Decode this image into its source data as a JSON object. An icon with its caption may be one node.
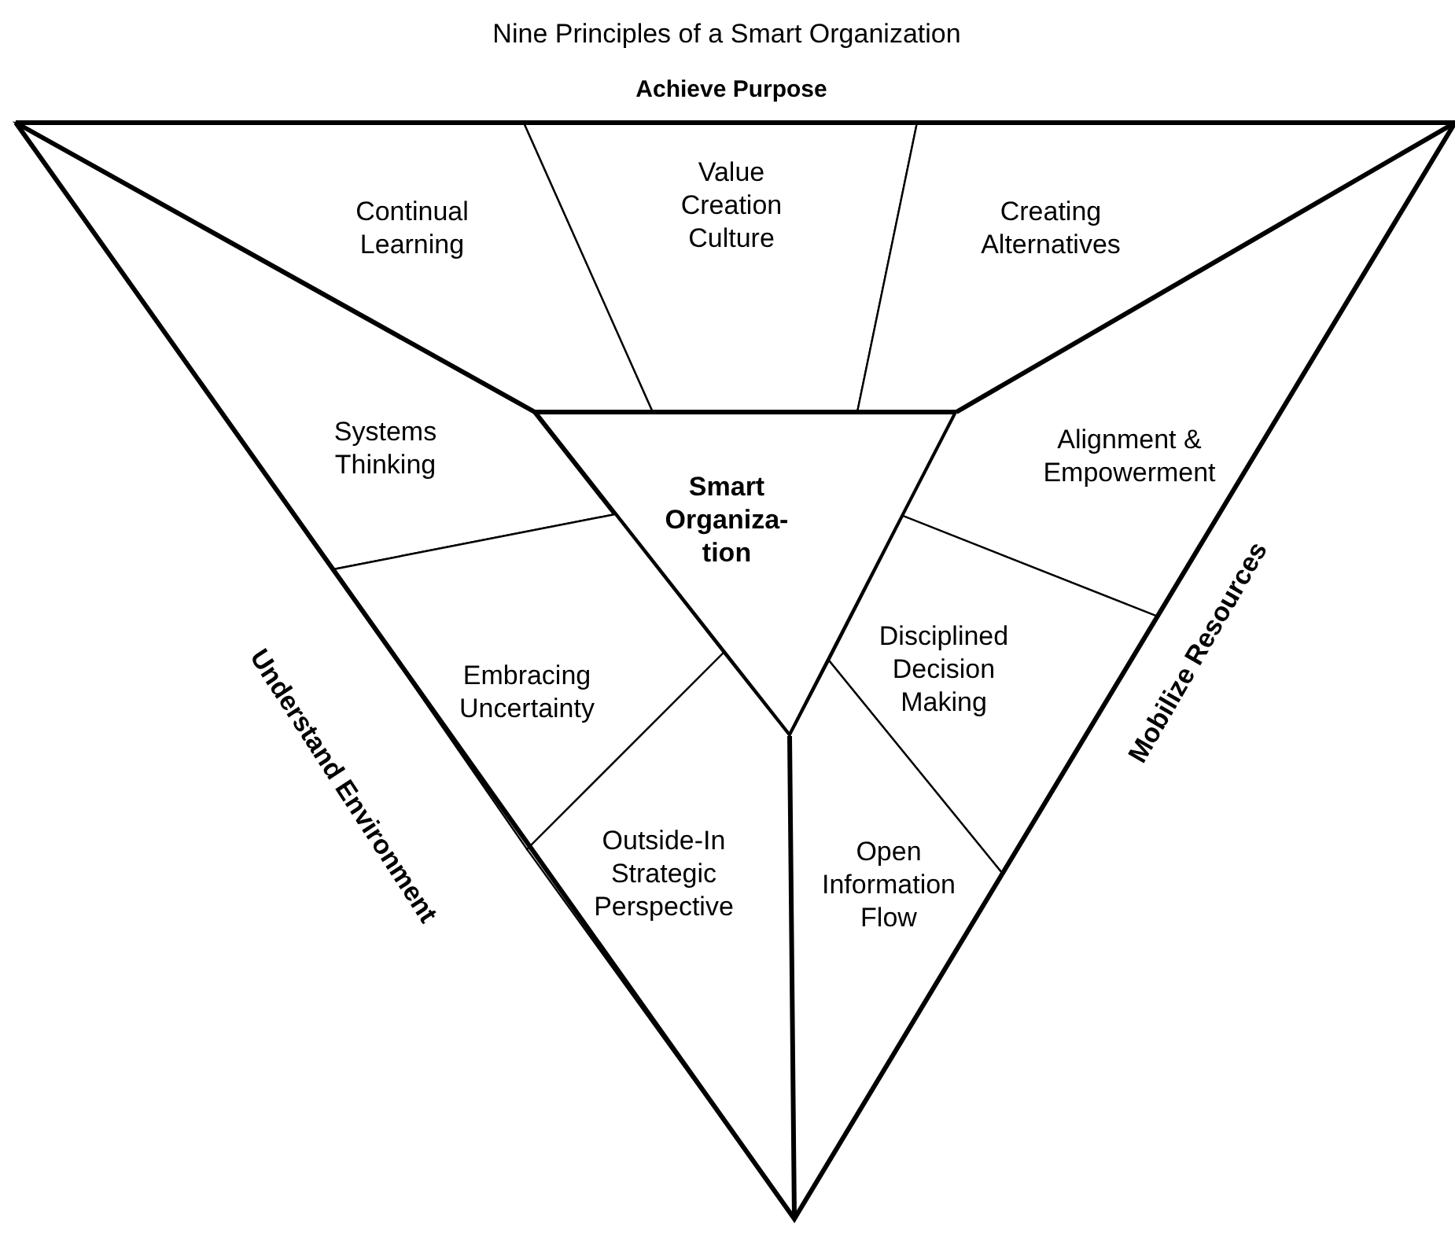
{
  "diagram": {
    "title": "Nine Principles of a Smart Organization",
    "nodes": [
      {
        "text": [
          "Continual Learning"
        ]
      },
      {
        "text": [
          "Value Creation Culture"
        ]
      },
      {
        "text": [
          "Creating Alternatives"
        ]
      },
      {
        "text": [
          "Systems Thinking"
        ]
      },
      {
        "text": [
          "Smart Organiza- tion"
        ]
      },
      {
        "text": [
          "Alignment & Empowerment"
        ]
      },
      {
        "text": [
          "Embracing Uncertainty"
        ]
      },
      {
        "text": [
          "Disciplined Decision Making"
        ]
      },
      {
        "text": [
          "Outside-In Strategic Perspective"
        ]
      },
      {
        "text": [
          "Open Information Flow"
        ]
      }
    ],
    "edges": [],
    "labels": [
      "Achieve Purpose",
      "Understand Environment",
      "Mobilize Resources"
    ]
  }
}
